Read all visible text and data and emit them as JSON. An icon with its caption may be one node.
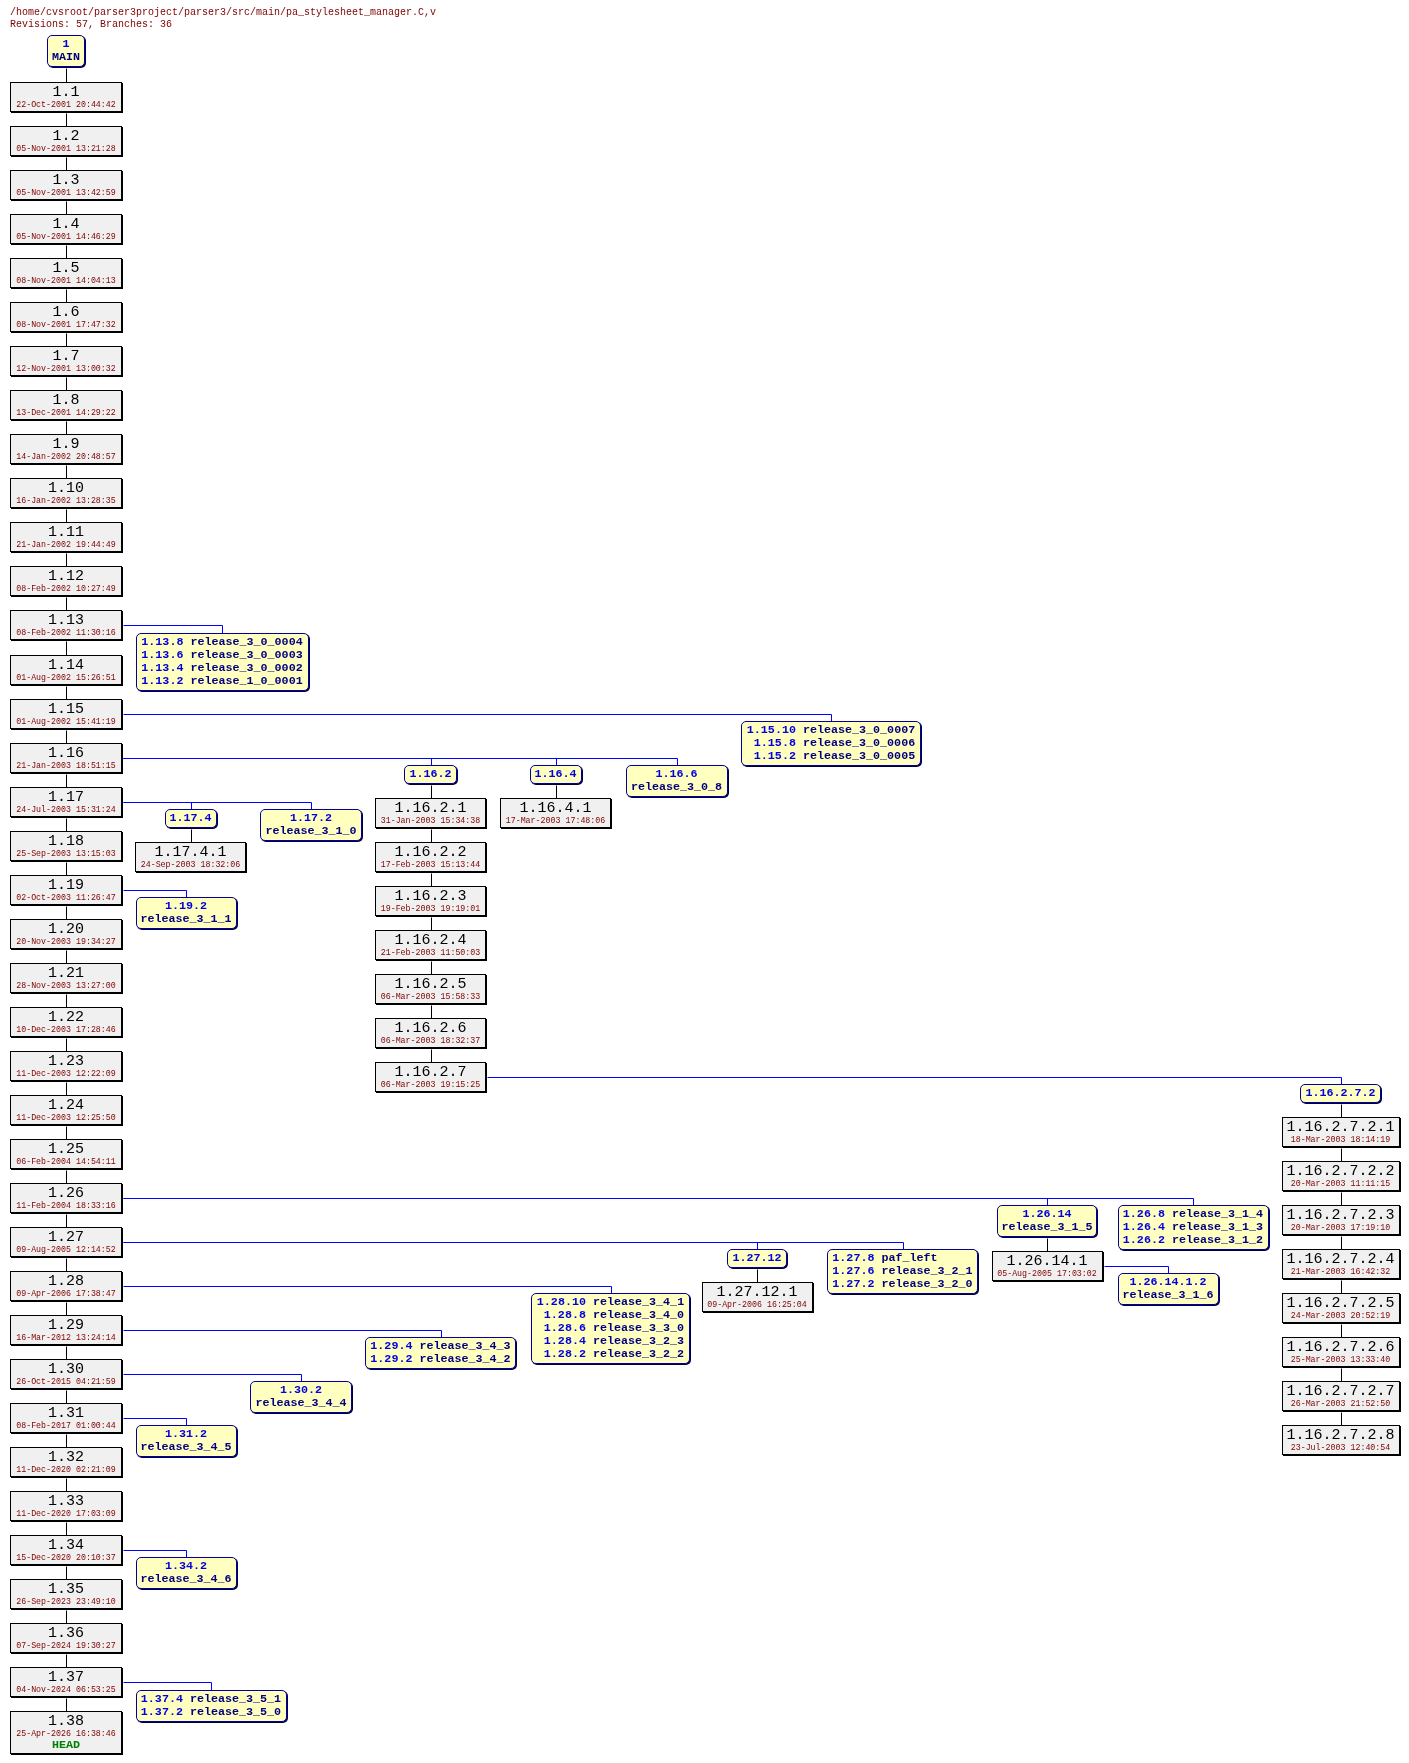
{
  "diagram": {
    "title": "/home/cvsroot/parser3project/parser3/src/main/pa_stylesheet_manager.C,v",
    "labels": [
      "Revisions: 57, Branches: 36"
    ],
    "nodes": [
      {
        "text": [
          "1",
          "MAIN"
        ]
      },
      {
        "text": [
          "1.1",
          "22-Oct-2001 20:44:42"
        ]
      },
      {
        "text": [
          "1.2",
          "05-Nov-2001 13:21:28"
        ]
      },
      {
        "text": [
          "1.3",
          "05-Nov-2001 13:42:59"
        ]
      },
      {
        "text": [
          "1.4",
          "05-Nov-2001 14:46:29"
        ]
      },
      {
        "text": [
          "1.5",
          "08-Nov-2001 14:04:13"
        ]
      },
      {
        "text": [
          "1.6",
          "08-Nov-2001 17:47:32"
        ]
      },
      {
        "text": [
          "1.7",
          "12-Nov-2001 13:00:32"
        ]
      },
      {
        "text": [
          "1.8",
          "13-Dec-2001 14:29:22"
        ]
      },
      {
        "text": [
          "1.9",
          "14-Jan-2002 20:48:57"
        ]
      },
      {
        "text": [
          "1.10",
          "16-Jan-2002 13:28:35"
        ]
      },
      {
        "text": [
          "1.11",
          "21-Jan-2002 19:44:49"
        ]
      },
      {
        "text": [
          "1.12",
          "08-Feb-2002 10:27:49"
        ]
      },
      {
        "text": [
          "1.13",
          "08-Feb-2002 11:30:16"
        ]
      },
      {
        "text": [
          "1.14",
          "01-Aug-2002 15:26:51"
        ]
      },
      {
        "text": [
          "1.15",
          "01-Aug-2002 15:41:19"
        ]
      },
      {
        "text": [
          "1.16",
          "21-Jan-2003 18:51:15"
        ]
      },
      {
        "text": [
          "1.17",
          "24-Jul-2003 15:31:24"
        ]
      },
      {
        "text": [
          "1.18",
          "25-Sep-2003 13:15:03"
        ]
      },
      {
        "text": [
          "1.19",
          "02-Oct-2003 11:26:47"
        ]
      },
      {
        "text": [
          "1.20",
          "20-Nov-2003 19:34:27"
        ]
      },
      {
        "text": [
          "1.21",
          "28-Nov-2003 13:27:00"
        ]
      },
      {
        "text": [
          "1.22",
          "10-Dec-2003 17:28:46"
        ]
      },
      {
        "text": [
          "1.23",
          "11-Dec-2003 12:22:09"
        ]
      },
      {
        "text": [
          "1.24",
          "11-Dec-2003 12:25:50"
        ]
      },
      {
        "text": [
          "1.25",
          "06-Feb-2004 14:54:11"
        ]
      },
      {
        "text": [
          "1.26",
          "11-Feb-2004 18:33:16"
        ]
      },
      {
        "text": [
          "1.27",
          "09-Aug-2005 12:14:52"
        ]
      },
      {
        "text": [
          "1.28",
          "09-Apr-2006 17:38:47"
        ]
      },
      {
        "text": [
          "1.29",
          "16-Mar-2012 13:24:14"
        ]
      },
      {
        "text": [
          "1.30",
          "26-Oct-2015 04:21:59"
        ]
      },
      {
        "text": [
          "1.31",
          "08-Feb-2017 01:00:44"
        ]
      },
      {
        "text": [
          "1.32",
          "11-Dec-2020 02:21:09"
        ]
      },
      {
        "text": [
          "1.33",
          "11-Dec-2020 17:03:09"
        ]
      },
      {
        "text": [
          "1.34",
          "15-Dec-2020 20:10:37"
        ]
      },
      {
        "text": [
          "1.35",
          "26-Sep-2023 23:49:10"
        ]
      },
      {
        "text": [
          "1.36",
          "07-Sep-2024 19:30:27"
        ]
      },
      {
        "text": [
          "1.37",
          "04-Nov-2024 06:53:25"
        ]
      },
      {
        "text": [
          "1.38",
          "25-Apr-2026 16:38:46",
          "HEAD"
        ]
      },
      {
        "text": [
          "1.13.8 release_3_0_0004",
          "1.13.6 release_3_0_0003",
          "1.13.4 release_3_0_0002",
          "1.13.2 release_1_0_0001"
        ]
      },
      {
        "text": [
          "1.15.10 release_3_0_0007",
          "1.15.8 release_3_0_0006",
          "1.15.2 release_3_0_0005"
        ]
      },
      {
        "text": [
          "1.16.2"
        ]
      },
      {
        "text": [
          "1.16.2.1",
          "31-Jan-2003 15:34:38"
        ]
      },
      {
        "text": [
          "1.16.2.2",
          "17-Feb-2003 15:13:44"
        ]
      },
      {
        "text": [
          "1.16.2.3",
          "19-Feb-2003 19:19:01"
        ]
      },
      {
        "text": [
          "1.16.2.4",
          "21-Feb-2003 11:50:03"
        ]
      },
      {
        "text": [
          "1.16.2.5",
          "06-Mar-2003 15:58:33"
        ]
      },
      {
        "text": [
          "1.16.2.6",
          "06-Mar-2003 18:32:37"
        ]
      },
      {
        "text": [
          "1.16.2.7",
          "06-Mar-2003 19:15:25"
        ]
      },
      {
        "text": [
          "1.16.2.7.2"
        ]
      },
      {
        "text": [
          "1.16.2.7.2.1",
          "18-Mar-2003 18:14:19"
        ]
      },
      {
        "text": [
          "1.16.2.7.2.2",
          "20-Mar-2003 11:11:15"
        ]
      },
      {
        "text": [
          "1.16.2.7.2.3",
          "20-Mar-2003 17:19:10"
        ]
      },
      {
        "text": [
          "1.16.2.7.2.4",
          "21-Mar-2003 16:42:32"
        ]
      },
      {
        "text": [
          "1.16.2.7.2.5",
          "24-Mar-2003 20:52:19"
        ]
      },
      {
        "text": [
          "1.16.2.7.2.6",
          "25-Mar-2003 13:33:40"
        ]
      },
      {
        "text": [
          "1.16.2.7.2.7",
          "26-Mar-2003 21:52:50"
        ]
      },
      {
        "text": [
          "1.16.2.7.2.8",
          "23-Jul-2003 12:40:54"
        ]
      },
      {
        "text": [
          "1.16.4"
        ]
      },
      {
        "text": [
          "1.16.4.1",
          "17-Mar-2003 17:48:06"
        ]
      },
      {
        "text": [
          "1.16.6",
          "release_3_0_8"
        ]
      },
      {
        "text": [
          "1.17.4"
        ]
      },
      {
        "text": [
          "1.17.4.1",
          "24-Sep-2003 18:32:06"
        ]
      },
      {
        "text": [
          "1.17.2",
          "release_3_1_0"
        ]
      },
      {
        "text": [
          "1.19.2",
          "release_3_1_1"
        ]
      },
      {
        "text": [
          "1.26.14",
          "release_3_1_5"
        ]
      },
      {
        "text": [
          "1.26.14.1",
          "05-Aug-2005 17:03:02"
        ]
      },
      {
        "text": [
          "1.26.14.1.2",
          "release_3_1_6"
        ]
      },
      {
        "text": [
          "1.26.8 release_3_1_4",
          "1.26.4 release_3_1_3",
          "1.26.2 release_3_1_2"
        ]
      },
      {
        "text": [
          "1.27.12"
        ]
      },
      {
        "text": [
          "1.27.12.1",
          "09-Apr-2006 16:25:04"
        ]
      },
      {
        "text": [
          "1.27.8 paf_left",
          "1.27.6 release_3_2_1",
          "1.27.2 release_3_2_0"
        ]
      },
      {
        "text": [
          "1.28.10 release_3_4_1",
          "1.28.8 release_3_4_0",
          "1.28.6 release_3_3_0",
          "1.28.4 release_3_2_3",
          "1.28.2 release_3_2_2"
        ]
      },
      {
        "text": [
          "1.29.4 release_3_4_3",
          "1.29.2 release_3_4_2"
        ]
      },
      {
        "text": [
          "1.30.2",
          "release_3_4_4"
        ]
      },
      {
        "text": [
          "1.31.2",
          "release_3_4_5"
        ]
      },
      {
        "text": [
          "1.34.2",
          "release_3_4_6"
        ]
      },
      {
        "text": [
          "1.37.4 release_3_5_1",
          "1.37.2 release_3_5_0"
        ]
      }
    ],
    "edges": [
      {
        "from": 0,
        "to": 1,
        "arrow": "none"
      },
      {
        "from": 1,
        "to": 2,
        "arrow": "none"
      },
      {
        "from": 2,
        "to": 3,
        "arrow": "none"
      },
      {
        "from": 3,
        "to": 4,
        "arrow": "none"
      },
      {
        "from": 4,
        "to": 5,
        "arrow": "none"
      },
      {
        "from": 5,
        "to": 6,
        "arrow": "none"
      },
      {
        "from": 6,
        "to": 7,
        "arrow": "none"
      },
      {
        "from": 7,
        "to": 8,
        "arrow": "none"
      },
      {
        "from": 8,
        "to": 9,
        "arrow": "none"
      },
      {
        "from": 9,
        "to": 10,
        "arrow": "none"
      },
      {
        "from": 10,
        "to": 11,
        "arrow": "none"
      },
      {
        "from": 11,
        "to": 12,
        "arrow": "none"
      },
      {
        "from": 12,
        "to": 13,
        "arrow": "none"
      },
      {
        "from": 13,
        "to": 14,
        "arrow": "none"
      },
      {
        "from": 14,
        "to": 15,
        "arrow": "none"
      },
      {
        "from": 15,
        "to": 16,
        "arrow": "none"
      },
      {
        "from": 16,
        "to": 17,
        "arrow": "none"
      },
      {
        "from": 17,
        "to": 18,
        "arrow": "none"
      },
      {
        "from": 18,
        "to": 19,
        "arrow": "none"
      },
      {
        "from": 19,
        "to": 20,
        "arrow": "none"
      },
      {
        "from": 20,
        "to": 21,
        "arrow": "none"
      },
      {
        "from": 21,
        "to": 22,
        "arrow": "none"
      },
      {
        "from": 22,
        "to": 23,
        "arrow": "none"
      },
      {
        "from": 23,
        "to": 24,
        "arrow": "none"
      },
      {
        "from": 24,
        "to": 25,
        "arrow": "none"
      },
      {
        "from": 25,
        "to": 26,
        "arrow": "none"
      },
      {
        "from": 26,
        "to": 27,
        "arrow": "none"
      },
      {
        "from": 27,
        "to": 28,
        "arrow": "none"
      },
      {
        "from": 28,
        "to": 29,
        "arrow": "none"
      },
      {
        "from": 29,
        "to": 30,
        "arrow": "none"
      },
      {
        "from": 30,
        "to": 31,
        "arrow": "none"
      },
      {
        "from": 31,
        "to": 32,
        "arrow": "none"
      },
      {
        "from": 32,
        "to": 33,
        "arrow": "none"
      },
      {
        "from": 33,
        "to": 34,
        "arrow": "none"
      },
      {
        "from": 34,
        "to": 35,
        "arrow": "none"
      },
      {
        "from": 35,
        "to": 36,
        "arrow": "none"
      },
      {
        "from": 36,
        "to": 37,
        "arrow": "none"
      },
      {
        "from": 37,
        "to": 38,
        "arrow": "none"
      },
      {
        "from": 13,
        "to": 39,
        "arrow": "none",
        "color": "#0000ff"
      },
      {
        "from": 15,
        "to": 40,
        "arrow": "none",
        "color": "#0000ff"
      },
      {
        "from": 16,
        "to": 41,
        "arrow": "none",
        "color": "#0000ff"
      },
      {
        "from": 41,
        "to": 42,
        "arrow": "none"
      },
      {
        "from": 42,
        "to": 43,
        "arrow": "none"
      },
      {
        "from": 43,
        "to": 44,
        "arrow": "none"
      },
      {
        "from": 44,
        "to": 45,
        "arrow": "none"
      },
      {
        "from": 45,
        "to": 46,
        "arrow": "none"
      },
      {
        "from": 46,
        "to": 47,
        "arrow": "none"
      },
      {
        "from": 47,
        "to": 48,
        "arrow": "none"
      },
      {
        "from": 48,
        "to": 49,
        "arrow": "none",
        "color": "#0000ff"
      },
      {
        "from": 49,
        "to": 50,
        "arrow": "none"
      },
      {
        "from": 50,
        "to": 51,
        "arrow": "none"
      },
      {
        "from": 51,
        "to": 52,
        "arrow": "none"
      },
      {
        "from": 52,
        "to": 53,
        "arrow": "none"
      },
      {
        "from": 53,
        "to": 54,
        "arrow": "none"
      },
      {
        "from": 54,
        "to": 55,
        "arrow": "none"
      },
      {
        "from": 55,
        "to": 56,
        "arrow": "none"
      },
      {
        "from": 56,
        "to": 57,
        "arrow": "none"
      },
      {
        "from": 16,
        "to": 58,
        "arrow": "none",
        "color": "#0000ff"
      },
      {
        "from": 58,
        "to": 59,
        "arrow": "none"
      },
      {
        "from": 16,
        "to": 60,
        "arrow": "none",
        "color": "#0000ff"
      },
      {
        "from": 17,
        "to": 61,
        "arrow": "none",
        "color": "#0000ff"
      },
      {
        "from": 61,
        "to": 62,
        "arrow": "none"
      },
      {
        "from": 17,
        "to": 63,
        "arrow": "none",
        "color": "#0000ff"
      },
      {
        "from": 19,
        "to": 64,
        "arrow": "none",
        "color": "#0000ff"
      },
      {
        "from": 26,
        "to": 65,
        "arrow": "none",
        "color": "#0000ff"
      },
      {
        "from": 65,
        "to": 66,
        "arrow": "none"
      },
      {
        "from": 66,
        "to": 67,
        "arrow": "none",
        "color": "#0000ff"
      },
      {
        "from": 26,
        "to": 68,
        "arrow": "none",
        "color": "#0000ff"
      },
      {
        "from": 27,
        "to": 69,
        "arrow": "none",
        "color": "#0000ff"
      },
      {
        "from": 69,
        "to": 70,
        "arrow": "none"
      },
      {
        "from": 27,
        "to": 71,
        "arrow": "none",
        "color": "#0000ff"
      },
      {
        "from": 28,
        "to": 72,
        "arrow": "none",
        "color": "#0000ff"
      },
      {
        "from": 29,
        "to": 73,
        "arrow": "none",
        "color": "#0000ff"
      },
      {
        "from": 30,
        "to": 74,
        "arrow": "none",
        "color": "#0000ff"
      },
      {
        "from": 31,
        "to": 75,
        "arrow": "none",
        "color": "#0000ff"
      },
      {
        "from": 34,
        "to": 76,
        "arrow": "none",
        "color": "#0000ff"
      },
      {
        "from": 37,
        "to": 77,
        "arrow": "none",
        "color": "#0000ff"
      }
    ]
  }
}
